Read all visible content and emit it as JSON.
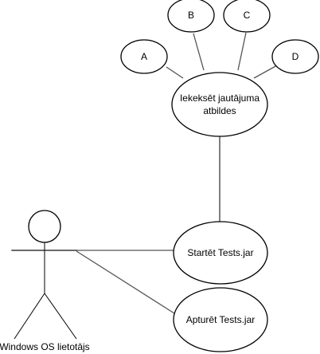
{
  "actor": {
    "name": "Windows OS lietotājs"
  },
  "use_cases": {
    "answer_input_line1": "Iekeksēt jautājuma",
    "answer_input_line2": "atbildes",
    "start": "Startēt Tests.jar",
    "stop": "Apturēt Tests.jar"
  },
  "options": [
    "A",
    "B",
    "C",
    "D"
  ]
}
